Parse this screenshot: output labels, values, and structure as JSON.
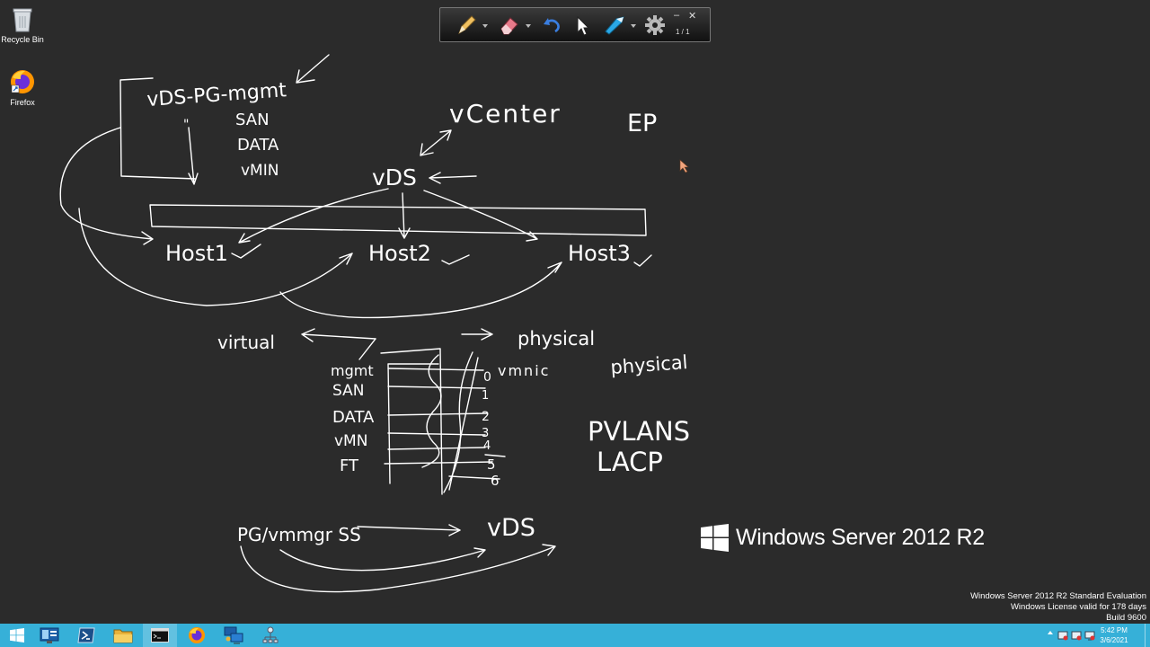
{
  "desktop": {
    "recycle_bin_label": "Recycle Bin",
    "firefox_label": "Firefox"
  },
  "ink_toolbar": {
    "tools": [
      "pen-icon",
      "eraser-icon",
      "undo-icon",
      "pointer-icon",
      "highlighter-icon",
      "gear-icon"
    ],
    "page_indicator": "1 / 1",
    "minimize_label": "–",
    "close_label": "✕"
  },
  "whiteboard": {
    "vds_pg_mgmt": "vDS-PG-mgmt",
    "ditto_mark": "\"",
    "port_groups": [
      "SAN",
      "DATA",
      "vMIN"
    ],
    "vcenter": "vCenter",
    "ep": "EP",
    "vds_top": "vDS",
    "hosts": [
      "Host1",
      "Host2",
      "Host3"
    ],
    "virtual": "virtual",
    "physical_1": "physical",
    "physical_2": "physical",
    "left_list": [
      "mgmt",
      "SAN",
      "DATA",
      "vMN",
      "FT"
    ],
    "vmnic_label": "vmnic",
    "nic_numbers": [
      "0",
      "1",
      "2",
      "3",
      "4",
      "5",
      "6"
    ],
    "pvlans": "PVLANS",
    "lacp": "LACP",
    "pg_vmmgr_ss": "PG/vmmgr SS",
    "vds_bottom": "vDS"
  },
  "branding": {
    "product_name": "Windows Server 2012 R2"
  },
  "watermark": {
    "line1": "Windows Server 2012 R2 Standard Evaluation",
    "line2": "Windows License valid for 178 days",
    "line3": "Build 9600"
  },
  "taskbar": {
    "apps": [
      "start-icon",
      "server-manager-icon",
      "powershell-icon",
      "file-explorer-icon",
      "command-prompt-icon",
      "firefox-icon",
      "remote-desktop-icon",
      "network-icon"
    ],
    "time": "5:42 PM",
    "date": "3/6/2021"
  },
  "colors": {
    "background": "#2b2b2b",
    "taskbar": "#36b0d8",
    "ink": "#ffffff"
  }
}
